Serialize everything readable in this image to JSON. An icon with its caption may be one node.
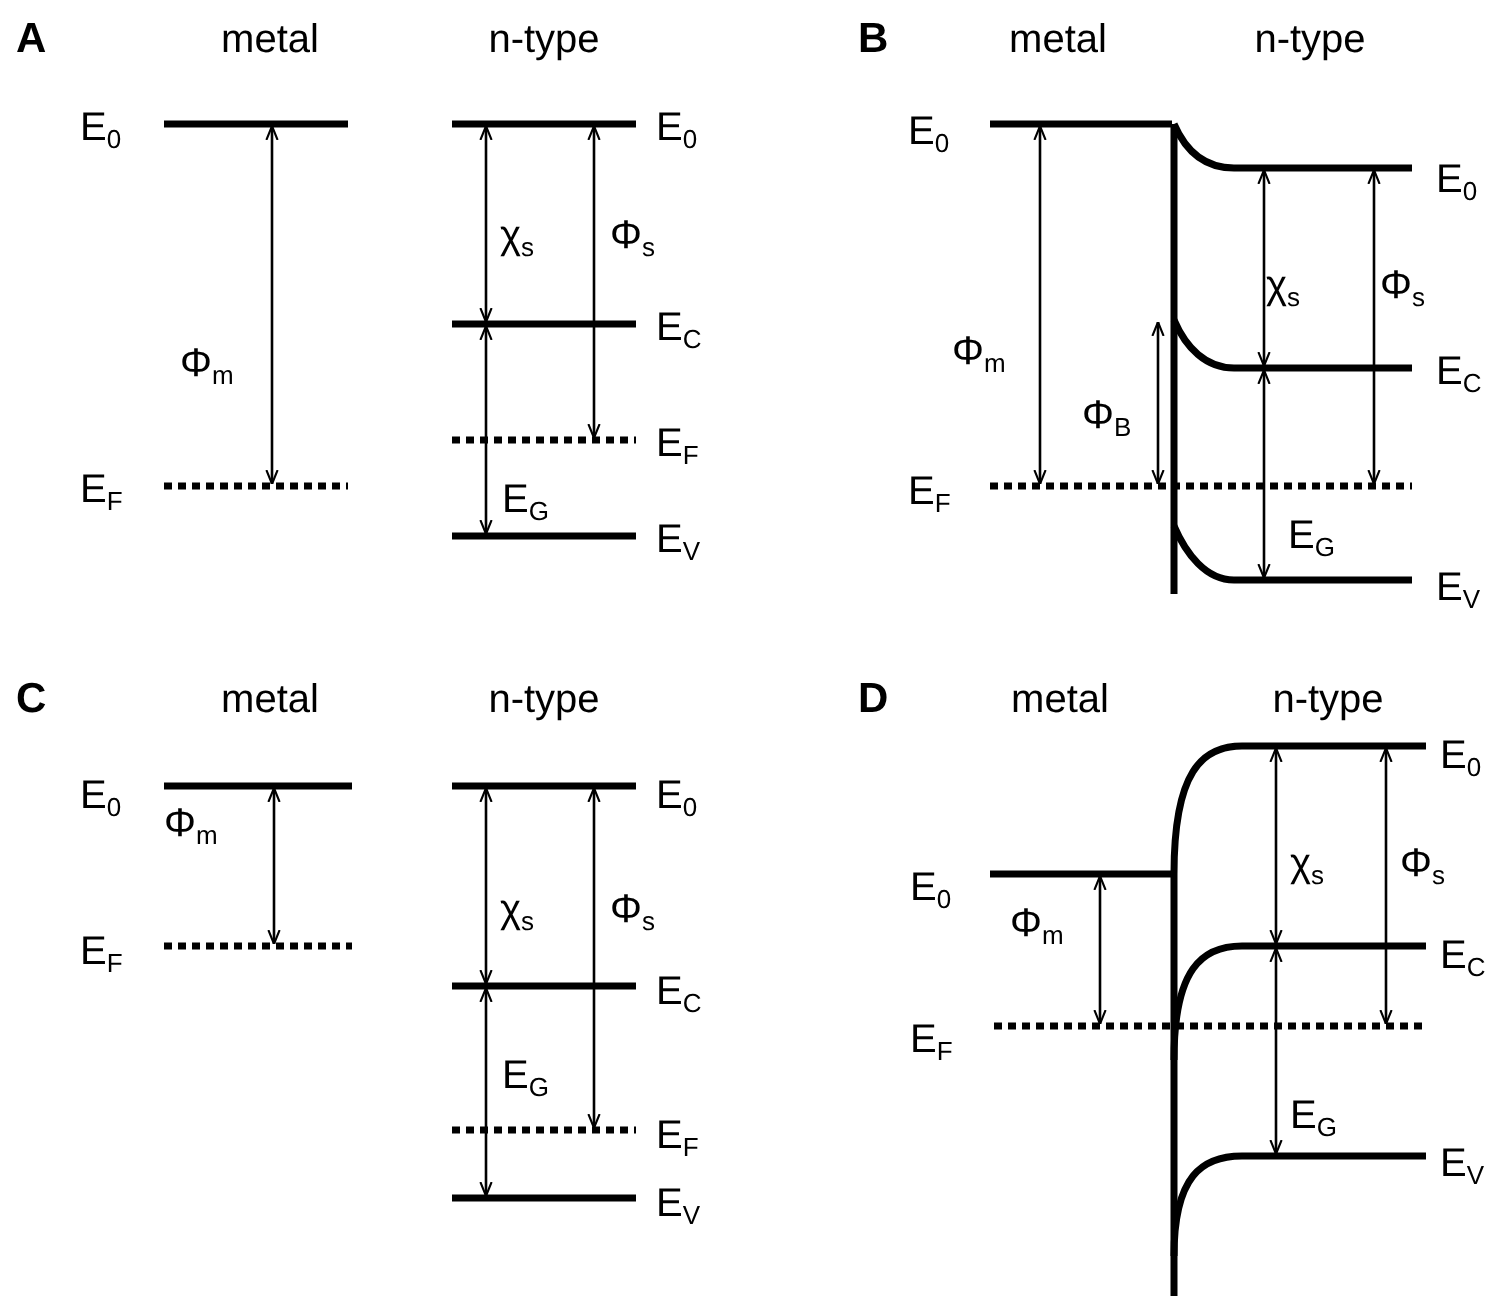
{
  "diagram": {
    "labels": [
      "A",
      "metal",
      "n-type",
      "E$_{0}$",
      "E$_{0}$",
      "χ$_{s}$",
      "Φ$_{s}$",
      "Φ$_{m}$",
      "E$_{C}$",
      "E$_{F}$",
      "E$_{F}$",
      "E$_{G}$",
      "E$_{V}$",
      "B",
      "metal",
      "n-type",
      "E$_{0}$",
      "E$_{0}$",
      "χ$_{s}$",
      "Φ$_{s}$",
      "Φ$_{m}$",
      "E$_{C}$",
      "Φ$_{B}$",
      "E$_{F}$",
      "E$_{G}$",
      "E$_{V}$",
      "C",
      "metal",
      "n-type",
      "E$_{0}$",
      "E$_{0}$",
      "Φ$_{m}$",
      "χ$_{s}$",
      "Φ$_{s}$",
      "E$_{F}$",
      "E$_{C}$",
      "E$_{F}$",
      "E$_{G}$",
      "E$_{V}$",
      "D",
      "metal",
      "n-type",
      "E$_{0}$",
      "χ$_{s}$",
      "Φ$_{s}$",
      "E$_{0}$",
      "Φ$_{m}$",
      "E$_{C}$",
      "E$_{F}$",
      "E$_{G}$",
      "E$_{V}$"
    ]
  }
}
